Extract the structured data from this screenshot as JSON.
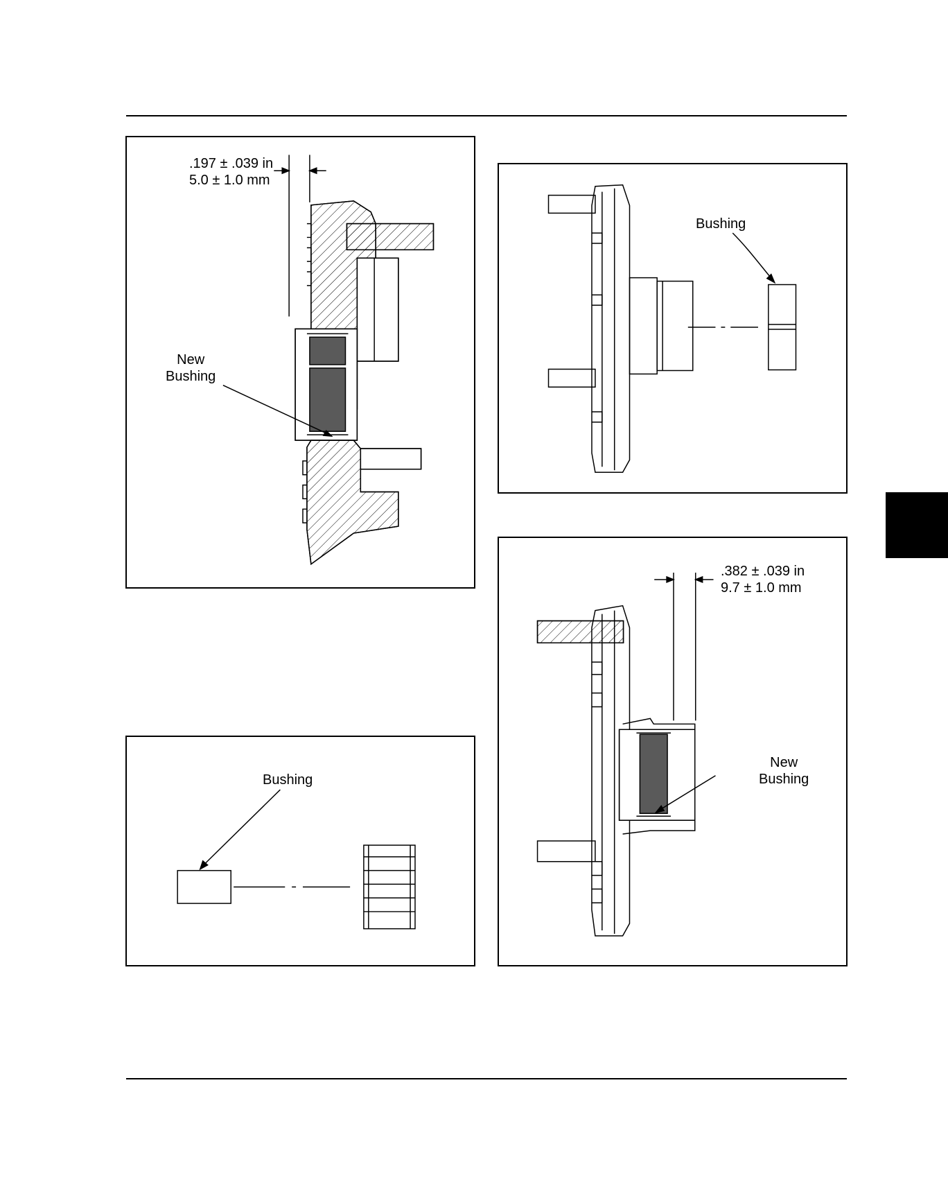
{
  "figures": {
    "install_depth_a": {
      "dimension": {
        "inch": ".197 ± .039 in",
        "mm": "5.0 ± 1.0 mm"
      },
      "callout": {
        "line1": "New",
        "line2": "Bushing"
      }
    },
    "removal_b": {
      "callout": "Bushing"
    },
    "removal_c": {
      "callout": "Bushing"
    },
    "install_depth_d": {
      "dimension": {
        "inch": ".382 ± .039 in",
        "mm": "9.7 ± 1.0 mm"
      },
      "callout": {
        "line1": "New",
        "line2": "Bushing"
      }
    }
  },
  "colors": {
    "line": "#000000",
    "bushing_fill": "#5a5a5a",
    "tab": "#000000"
  }
}
